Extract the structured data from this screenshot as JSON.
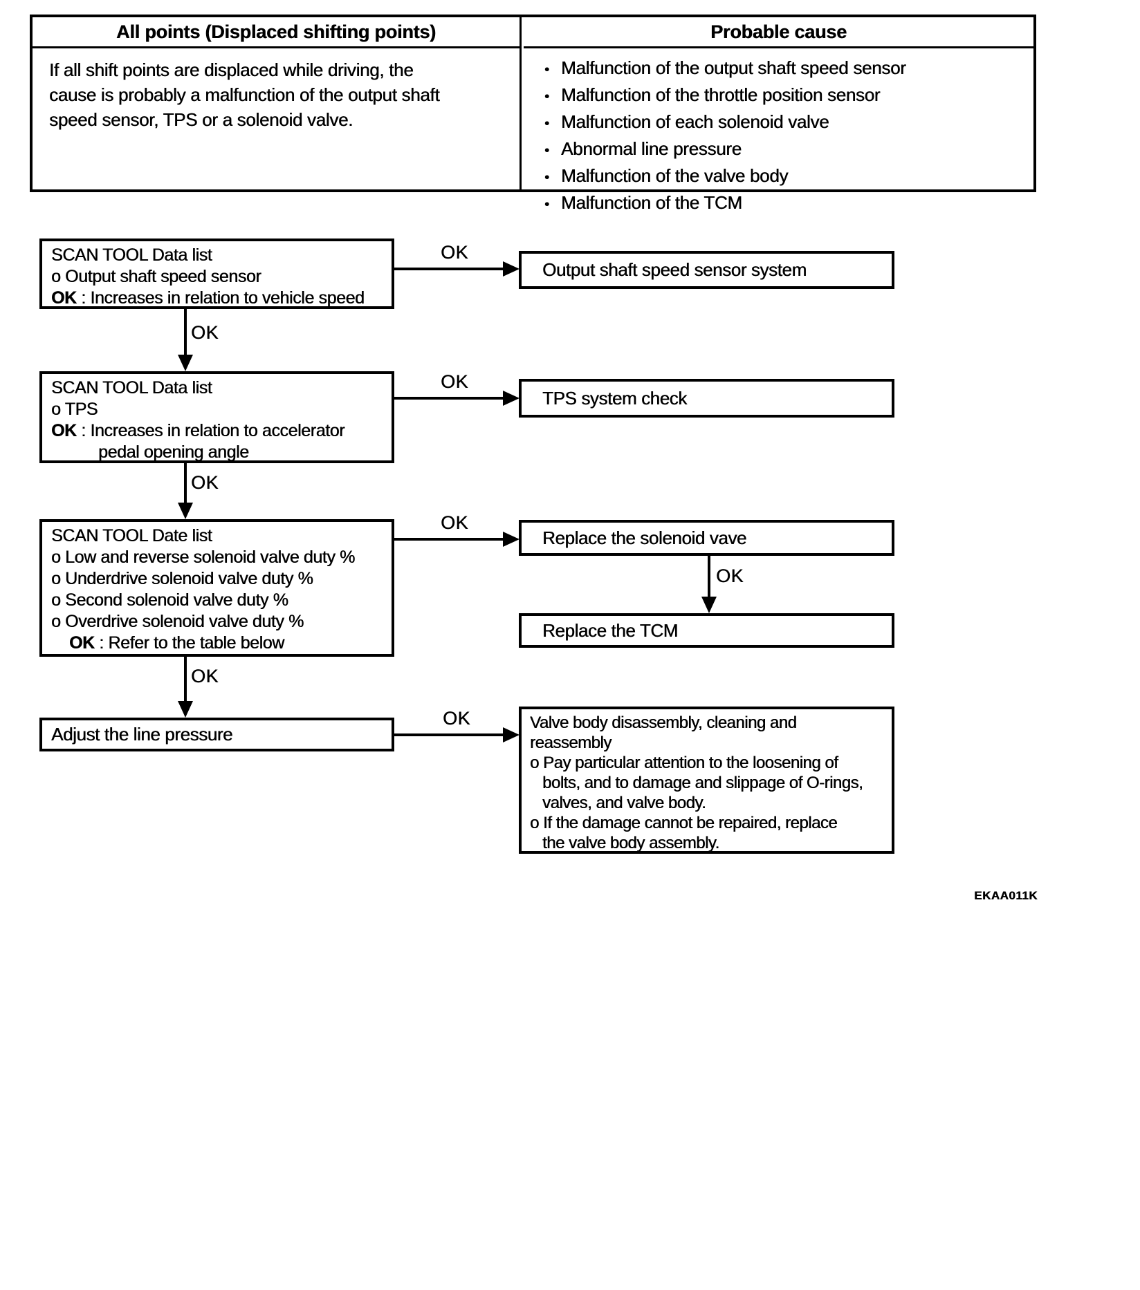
{
  "ok_label": "OK",
  "figure_code": "EKAA011K",
  "table": {
    "header_left": "All points (Displaced shifting points)",
    "header_right": "Probable cause",
    "body_left_lines": [
      "If all shift points are displaced while driving, the",
      "cause is probably a malfunction of the output shaft",
      "speed sensor, TPS or a solenoid valve."
    ],
    "bullet_char": "•",
    "causes": [
      "Malfunction of the output shaft speed sensor",
      "Malfunction of the throttle position sensor",
      "Malfunction of each solenoid valve",
      "Abnormal line pressure",
      "Malfunction of the valve body",
      "Malfunction of the TCM"
    ]
  },
  "flow": {
    "box_scan_output": {
      "line1": "SCAN TOOL Data list",
      "line2": "o Output shaft speed sensor",
      "ok_prefix": "OK",
      "ok_rest": " : Increases in relation to vehicle speed"
    },
    "box_scan_tps": {
      "line1": "SCAN TOOL Data list",
      "line2": "o TPS",
      "ok_prefix": "OK",
      "ok_rest": " : Increases in relation to accelerator",
      "ok_cont": "pedal opening angle"
    },
    "box_scan_solenoid": {
      "line1": "SCAN TOOL Date list",
      "items": [
        "o Low and reverse solenoid valve duty %",
        "o Underdrive solenoid valve duty %",
        "o Second solenoid valve duty %",
        "o Overdrive solenoid valve duty %"
      ],
      "ok_prefix": "OK",
      "ok_rest": " : Refer to the table below"
    },
    "box_adjust": {
      "label": "Adjust the line pressure"
    },
    "box_output_system": {
      "label": "Output shaft speed sensor system"
    },
    "box_tps_check": {
      "label": "TPS system check"
    },
    "box_replace_solenoid": {
      "label": "Replace the solenoid vave"
    },
    "box_replace_tcm": {
      "label": "Replace the TCM"
    },
    "box_valve_body": {
      "lines": [
        "Valve body disassembly, cleaning and",
        "reassembly",
        "o Pay particular attention to the loosening of",
        "bolts, and to damage and slippage of O-rings,",
        "valves, and valve body.",
        "o If the damage cannot be repaired, replace",
        "the valve body assembly."
      ]
    }
  }
}
